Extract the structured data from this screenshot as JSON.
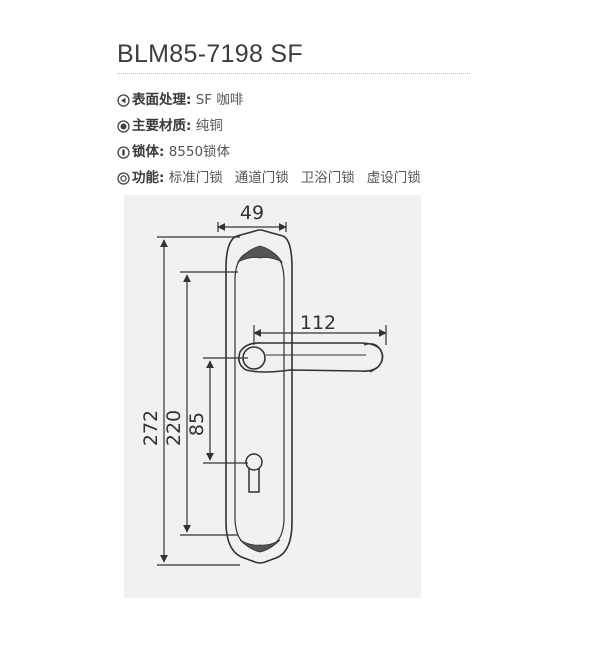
{
  "product": {
    "title": "BLM85-7198 SF"
  },
  "specs": {
    "finish": {
      "icon": "finish-icon",
      "label": "表面处理:",
      "value": "SF 咖啡"
    },
    "material": {
      "icon": "material-icon",
      "label": "主要材质:",
      "value": "纯铜"
    },
    "lockbody": {
      "icon": "lockbody-icon",
      "label": "锁体:",
      "value": "8550锁体"
    },
    "function": {
      "icon": "function-icon",
      "label": "功能:",
      "values": [
        "标准门锁",
        "通道门锁",
        "卫浴门锁",
        "虚设门锁"
      ]
    }
  },
  "drawing": {
    "dimensions": {
      "width": "49",
      "handle_length": "112",
      "total_height": "272",
      "inner_height": "220",
      "center_distance": "85"
    }
  },
  "colors": {
    "background": "#ffffff",
    "drawing_bg": "#f1f1f1",
    "line": "#333333"
  }
}
